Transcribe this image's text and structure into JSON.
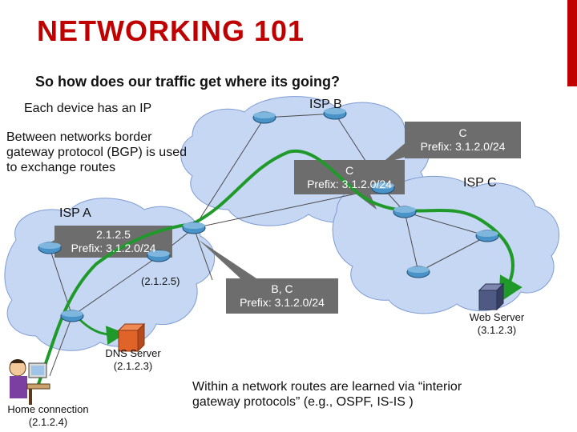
{
  "slide": {
    "title": "NETWORKING 101",
    "subtitle": "So how does our traffic get where its going?",
    "point_device_ip": "Each device has an IP",
    "point_bgp": "Between networks border gateway protocol (BGP) is used to exchange routes",
    "point_interior": "Within a network routes are learned via “interior gateway protocols” (e.g., OSPF, IS-IS )"
  },
  "labels": {
    "isp_a": "ISP A",
    "isp_b": "ISP B",
    "isp_c": "ISP C",
    "dns_server": "DNS Server\n(2.1.2.3)",
    "web_server": "Web Server\n(3.1.2.3)",
    "home_connection": "Home connection\n(2.1.2.4)",
    "router_ip": "(2.1.2.5)"
  },
  "callouts": {
    "c_top_right": "C\nPrefix: 3.1.2.0/24",
    "c_middle": "C\nPrefix: 3.1.2.0/24",
    "isp_a_prefix": "2.1.2.5\nPrefix: 3.1.2.0/24",
    "bc_prefix": "B, C\nPrefix: 3.1.2.0/24"
  },
  "colors": {
    "title": "#c00000",
    "cloud_fill": "#c6d7f3",
    "cloud_stroke": "#7e9cd2",
    "callout_fill": "#6d6d6d",
    "path_green": "#1f9a2a",
    "router_fill": "#4a93c8",
    "dns_server": "#e0642a",
    "web_server": "#4f5a84"
  }
}
